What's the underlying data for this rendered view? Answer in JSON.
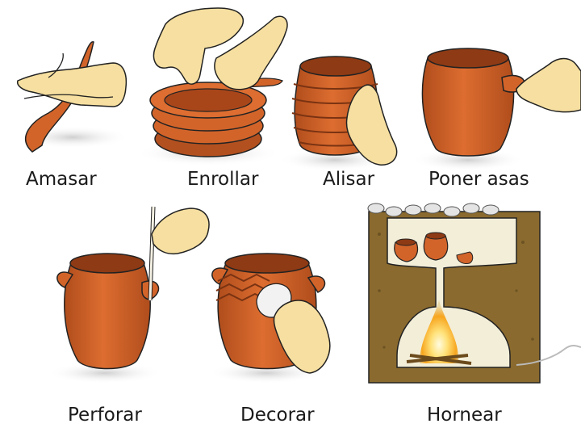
{
  "steps": [
    {
      "label": "Amasar"
    },
    {
      "label": "Enrollar"
    },
    {
      "label": "Alisar"
    },
    {
      "label": "Poner asas"
    },
    {
      "label": "Perforar"
    },
    {
      "label": "Decorar"
    },
    {
      "label": "Hornear"
    }
  ],
  "colors": {
    "clay": "#d2642a",
    "clay_dark": "#a8461a",
    "clay_shadow": "#8e3a14",
    "skin": "#f6dfa0",
    "kiln_soil": "#8a6a2e",
    "fire": "#f7a51e",
    "outline": "#222222"
  }
}
